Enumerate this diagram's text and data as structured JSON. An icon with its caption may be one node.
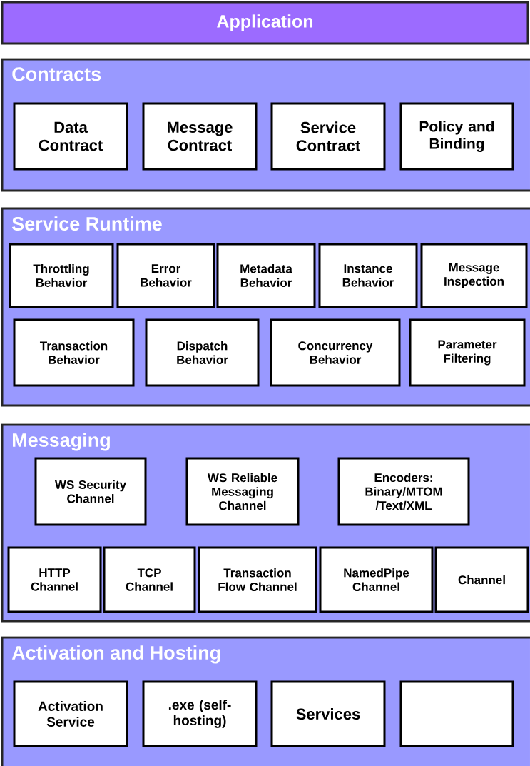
{
  "diagram": {
    "nodes": [
      {
        "text": [
          "Application"
        ]
      },
      {
        "text": [
          "Contracts"
        ]
      },
      {
        "text": [
          "Data Contract"
        ],
        "in": 1
      },
      {
        "text": [
          "Message Contract"
        ],
        "in": 1
      },
      {
        "text": [
          "Service Contract"
        ],
        "in": 1
      },
      {
        "text": [
          "Policy and Binding"
        ],
        "in": 1
      },
      {
        "text": [
          "Service Runtime"
        ]
      },
      {
        "text": [
          "Throttling Behavior"
        ],
        "in": 6
      },
      {
        "text": [
          "Error Behavior"
        ],
        "in": 6
      },
      {
        "text": [
          "Metadata Behavior"
        ],
        "in": 6
      },
      {
        "text": [
          "Instance Behavior"
        ],
        "in": 6
      },
      {
        "text": [
          "Message Inspection"
        ],
        "in": 6
      },
      {
        "text": [
          "Transaction Behavior"
        ],
        "in": 6
      },
      {
        "text": [
          "Dispatch Behavior"
        ],
        "in": 6
      },
      {
        "text": [
          "Concurrency Behavior"
        ],
        "in": 6
      },
      {
        "text": [
          "Parameter Filtering"
        ],
        "in": 6
      },
      {
        "text": [
          "Messaging"
        ]
      },
      {
        "text": [
          "WS Security Channel"
        ],
        "in": 16
      },
      {
        "text": [
          "WS Reliable Messaging Channel"
        ],
        "in": 16
      },
      {
        "text": [
          "Encoders: Binary/MTOM /Text/XML"
        ],
        "in": 16
      },
      {
        "text": [
          "HTTP Channel"
        ],
        "in": 16
      },
      {
        "text": [
          "TCP Channel"
        ],
        "in": 16
      },
      {
        "text": [
          "Transaction Flow Channel"
        ],
        "in": 16
      },
      {
        "text": [
          "NamedPipe Channel"
        ],
        "in": 16
      },
      {
        "text": [
          "Channel"
        ],
        "in": 16
      },
      {
        "text": [
          "Activation and Hosting"
        ]
      },
      {
        "text": [
          "Activation Service"
        ],
        "in": 25
      },
      {
        "text": [
          ".exe (self-hosting)"
        ],
        "in": 25
      },
      {
        "text": [
          "Services"
        ],
        "in": 25
      },
      {
        "text": [],
        "shape": "box",
        "in": 25
      }
    ]
  }
}
